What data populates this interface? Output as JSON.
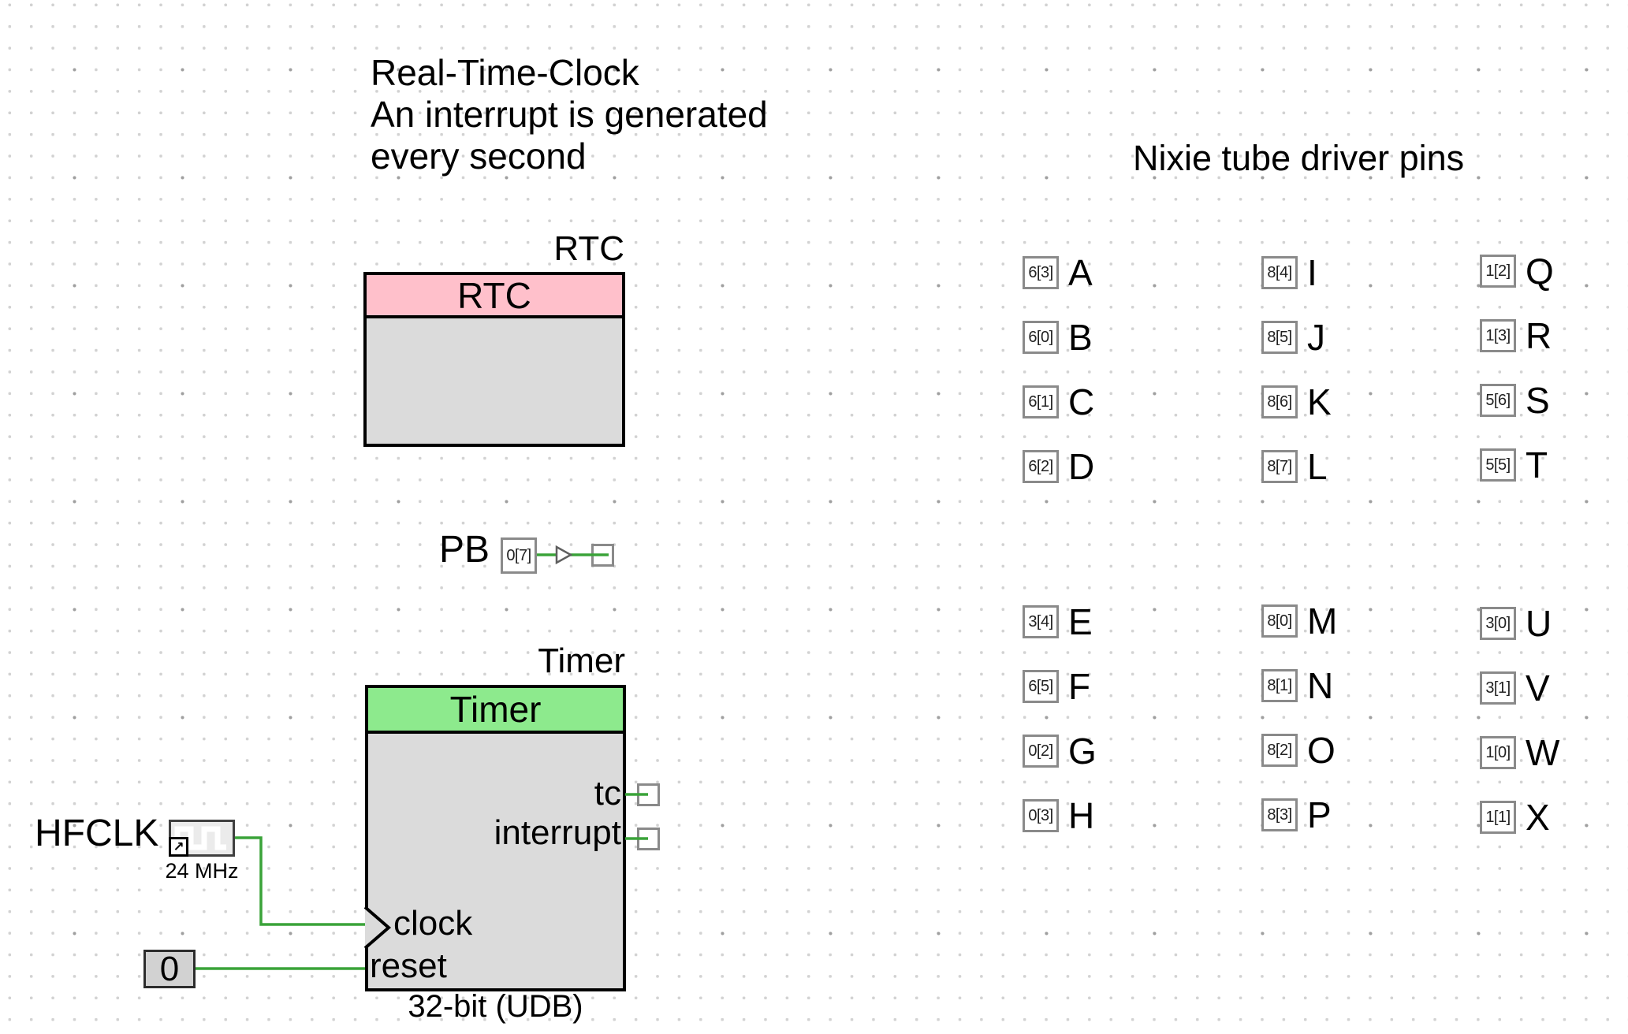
{
  "colors": {
    "wire_green": "#3aa339",
    "rtc_header_pink": "#ffc0cb",
    "timer_header_green": "#8dea8d",
    "block_body_gray": "#dbdbdb"
  },
  "annotation": {
    "line1": "Real-Time-Clock",
    "line2": "An interrupt is generated",
    "line3": "every second"
  },
  "nixie_heading": "Nixie tube driver pins",
  "rtc_block": {
    "instance_label": "RTC",
    "title": "RTC"
  },
  "pb_pin": {
    "label": "PB",
    "port": "0[7]"
  },
  "timer_block": {
    "instance_label": "Timer",
    "title": "Timer",
    "output_tc": "tc",
    "output_interrupt": "interrupt",
    "input_clock": "clock",
    "input_reset": "reset",
    "subtitle": "32-bit (UDB)"
  },
  "hfclk": {
    "label": "HFCLK",
    "frequency": "24 MHz",
    "badge_icon": "↗"
  },
  "logic_low": {
    "value": "0"
  },
  "pin_columns": [
    {
      "pins": [
        {
          "port": "6[3]",
          "name": "A"
        },
        {
          "port": "6[0]",
          "name": "B"
        },
        {
          "port": "6[1]",
          "name": "C"
        },
        {
          "port": "6[2]",
          "name": "D"
        }
      ]
    },
    {
      "pins": [
        {
          "port": "8[4]",
          "name": "I"
        },
        {
          "port": "8[5]",
          "name": "J"
        },
        {
          "port": "8[6]",
          "name": "K"
        },
        {
          "port": "8[7]",
          "name": "L"
        }
      ]
    },
    {
      "pins": [
        {
          "port": "1[2]",
          "name": "Q"
        },
        {
          "port": "1[3]",
          "name": "R"
        },
        {
          "port": "5[6]",
          "name": "S"
        },
        {
          "port": "5[5]",
          "name": "T"
        }
      ]
    },
    {
      "pins": [
        {
          "port": "3[4]",
          "name": "E"
        },
        {
          "port": "6[5]",
          "name": "F"
        },
        {
          "port": "0[2]",
          "name": "G"
        },
        {
          "port": "0[3]",
          "name": "H"
        }
      ]
    },
    {
      "pins": [
        {
          "port": "8[0]",
          "name": "M"
        },
        {
          "port": "8[1]",
          "name": "N"
        },
        {
          "port": "8[2]",
          "name": "O"
        },
        {
          "port": "8[3]",
          "name": "P"
        }
      ]
    },
    {
      "pins": [
        {
          "port": "3[0]",
          "name": "U"
        },
        {
          "port": "3[1]",
          "name": "V"
        },
        {
          "port": "1[0]",
          "name": "W"
        },
        {
          "port": "1[1]",
          "name": "X"
        }
      ]
    }
  ]
}
